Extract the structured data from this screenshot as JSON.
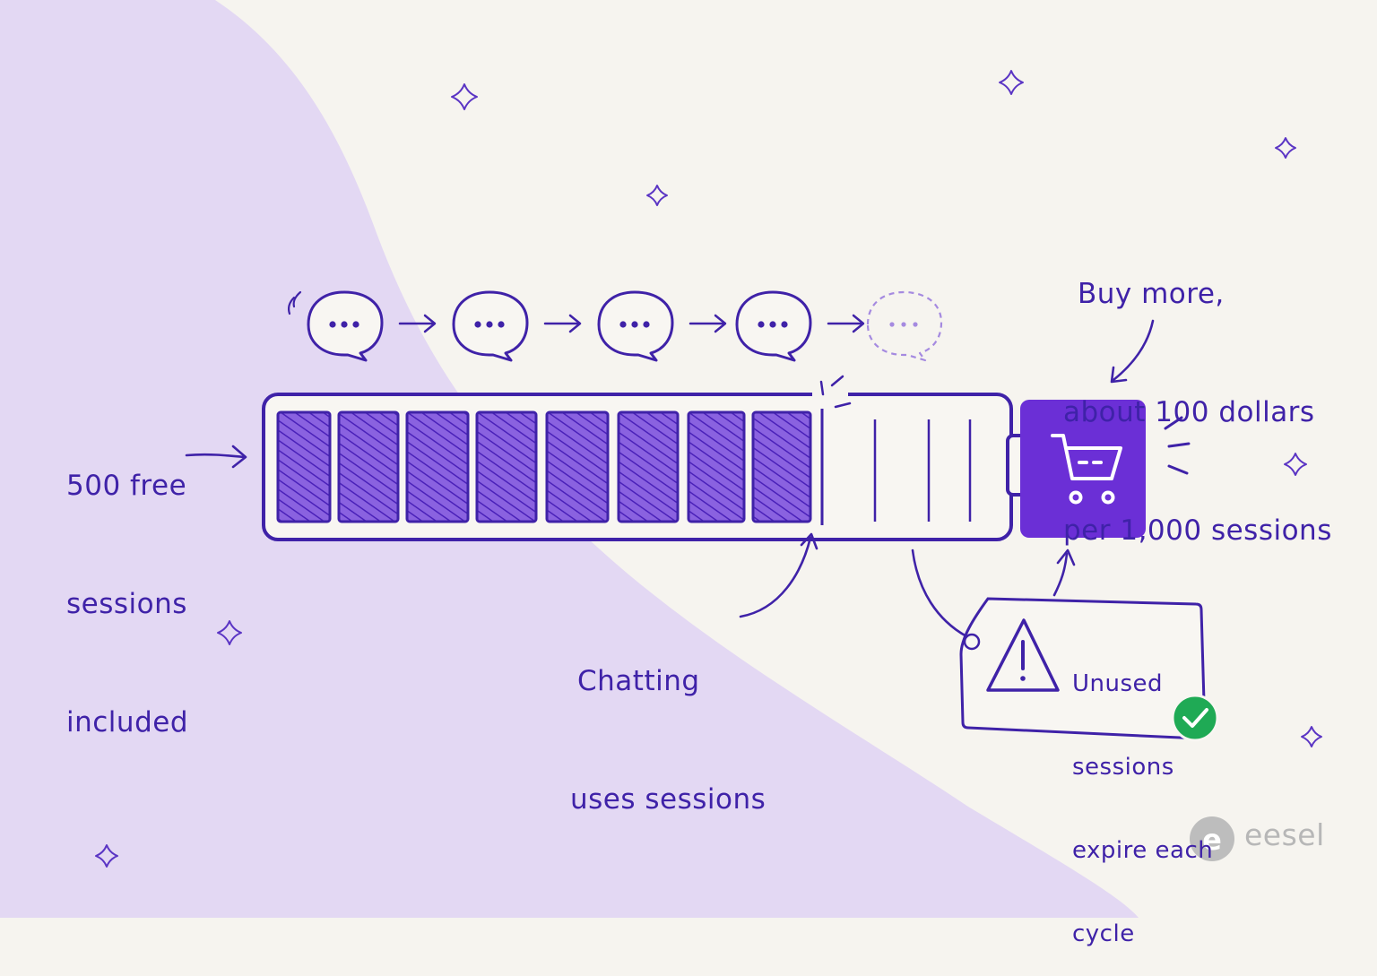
{
  "labels": {
    "free_sessions": [
      "500 free",
      "sessions",
      "included"
    ],
    "chatting": [
      "Chatting",
      "uses sessions"
    ],
    "buy_more": [
      "Buy more,",
      "about 100 dollars",
      "per 1,000 sessions"
    ],
    "unused": [
      "Unused",
      "sessions",
      "expire each",
      "cycle"
    ]
  },
  "brand": {
    "name": "eesel",
    "letter": "e"
  },
  "meter": {
    "filled_segments": 8,
    "total_segments": 12
  },
  "colors": {
    "accent": "#6b2fd6",
    "ink": "#3f22a8",
    "blob": "#e3d8f3",
    "check": "#1faa55",
    "logo": "#bdbdbd"
  },
  "icons": [
    "chat-bubble-icon",
    "arrow-right-icon",
    "cart-icon",
    "warning-icon",
    "check-icon",
    "sparkle-icon",
    "eesel-logo-icon"
  ]
}
